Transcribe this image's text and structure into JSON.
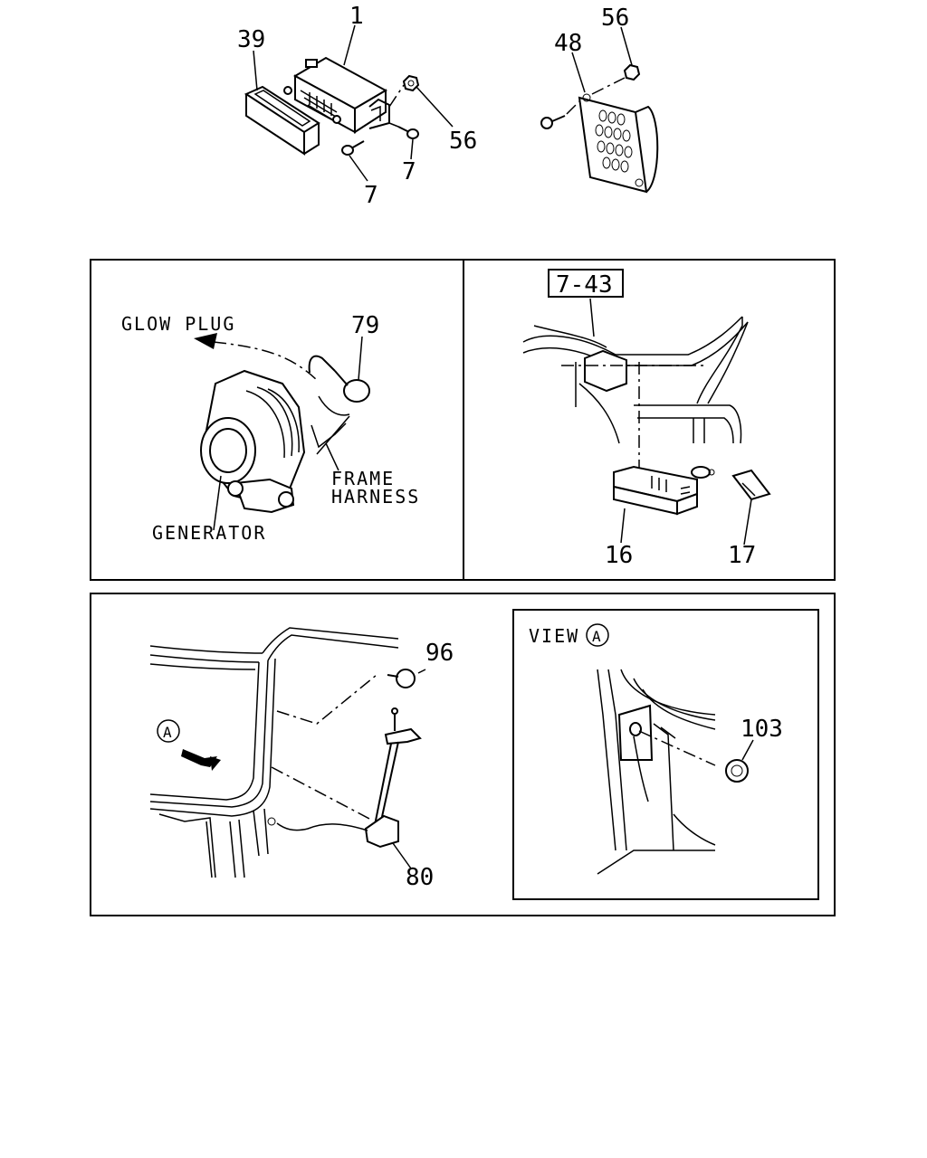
{
  "callouts": {
    "top_left": {
      "n1": "1",
      "n39": "39",
      "n56": "56",
      "n7a": "7",
      "n7b": "7"
    },
    "top_right": {
      "n56": "56",
      "n48": "48"
    },
    "panel_generator": {
      "n79": "79",
      "glow_plug": "GLOW PLUG",
      "frame": "FRAME",
      "harness": "HARNESS",
      "generator": "GENERATOR"
    },
    "panel_relay": {
      "ref": "7-43",
      "n16": "16",
      "n17": "17"
    },
    "panel_cab": {
      "n96": "96",
      "n80": "80",
      "circle_a": "A"
    },
    "panel_view": {
      "view": "VIEW",
      "circle_a": "A",
      "n103": "103"
    }
  }
}
